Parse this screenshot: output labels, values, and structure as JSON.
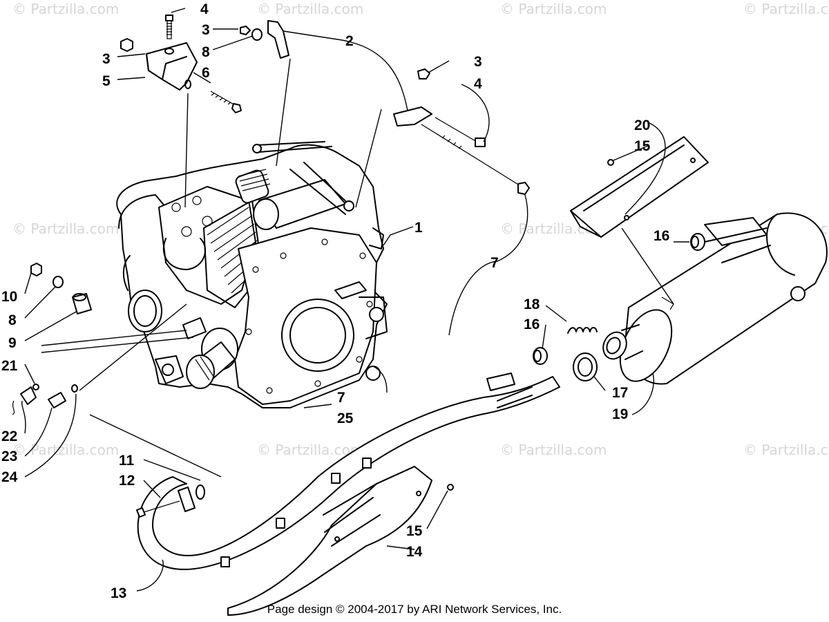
{
  "watermark": "© Partzilla.com",
  "footer": "Page design © 2004-2017 by ARI Network Services, Inc.",
  "labels": [
    "1",
    "2",
    "3",
    "3",
    "3",
    "4",
    "4",
    "5",
    "6",
    "7",
    "7",
    "8",
    "8",
    "9",
    "10",
    "11",
    "12",
    "13",
    "14",
    "15",
    "15",
    "16",
    "16",
    "17",
    "18",
    "19",
    "20",
    "21",
    "22",
    "23",
    "24",
    "25"
  ]
}
